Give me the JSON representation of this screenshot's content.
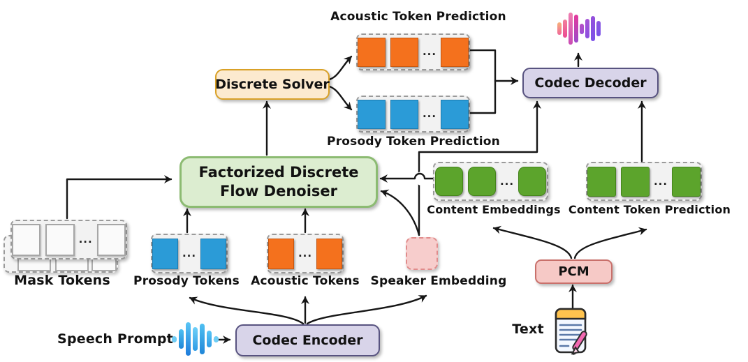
{
  "labels": {
    "acoustic_tp": "Acoustic Token Prediction",
    "prosody_tp": "Prosody Token Prediction",
    "discrete_solver": "Discrete Solver",
    "codec_decoder": "Codec Decoder",
    "denoiser_line1": "Factorized Discrete",
    "denoiser_line2": "Flow Denoiser",
    "content_embeddings": "Content Embeddings",
    "content_tp": "Content Token Prediction",
    "mask_tokens": "Mask Tokens",
    "prosody_tokens": "Prosody Tokens",
    "acoustic_tokens": "Acoustic Tokens",
    "speaker_embedding": "Speaker Embedding",
    "pcm": "PCM",
    "codec_encoder": "Codec Encoder",
    "speech_prompt": "Speech Prompt",
    "text_input": "Text"
  },
  "ellipsis": "...",
  "icons": {
    "output_audio": "waveform-icon",
    "speech_prompt": "waveform-icon",
    "text_input": "notepad-pencil-icon"
  },
  "colors": {
    "acoustic_token": "#F4711D",
    "prosody_token": "#2B9BD7",
    "content_token": "#5CA42C",
    "mask_token": "#FAFAFA",
    "denoiser_fill": "#DCEDD0",
    "denoiser_border": "#8CBB72",
    "solver_fill": "#FCEACF",
    "solver_border": "#D9A127",
    "codec_fill": "#D8D4E9",
    "codec_border": "#585380",
    "pcm_fill": "#F6C9C6",
    "pcm_border": "#C9706B",
    "speaker_fill": "#F7CDCC",
    "speaker_border": "#E08C8C",
    "edge": "#161616"
  }
}
